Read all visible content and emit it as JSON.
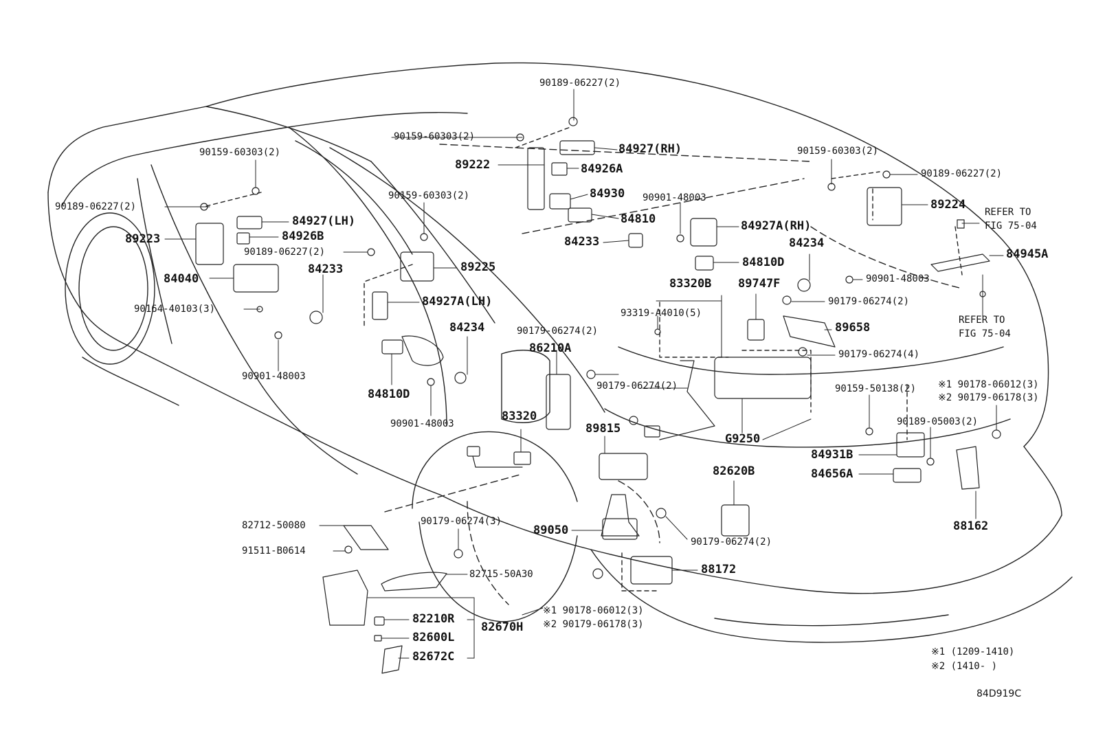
{
  "diagram": {
    "drawing_code": "84D919C",
    "notes": [
      "※1 (1209-1410)",
      "※2 (1410-       )"
    ],
    "part_labels": [
      "90189-06227(2)",
      "90159-60303(2)",
      "84927(RH)",
      "89222",
      "84926A",
      "84930",
      "90901-48003",
      "84810",
      "84233",
      "84927A(RH)",
      "90159-60303(2)",
      "90189-06227(2)",
      "89224",
      "REFER TO",
      "FIG 75-04",
      "84234",
      "84945A",
      "84810D",
      "90901-48003",
      "83320B",
      "89747F",
      "90179-06274(2)",
      "93319-A4010(5)",
      "REFER TO",
      "FIG 75-04",
      "89658",
      "90179-06274(2)",
      "90179-06274(4)",
      "86210A",
      "90159-60303(2)",
      "90159-60303(2)",
      "90189-06227(2)",
      "84927(LH)",
      "89223",
      "84926B",
      "90189-06227(2)",
      "84040",
      "84233",
      "89225",
      "90164-40103(3)",
      "84927A(LH)",
      "84234",
      "84810D",
      "90901-48003",
      "90179-06274(2)",
      "90901-48003",
      "83320",
      "89815",
      "G9250",
      "90159-50138(2)",
      "※1 90178-06012(3)",
      "※2 90179-06178(3)",
      "90189-05003(2)",
      "84931B",
      "84656A",
      "82620B",
      "88162",
      "82712-50080",
      "91511-B0614",
      "90179-06274(3)",
      "89050",
      "90179-06274(2)",
      "82715-50A30",
      "88172",
      "82210R",
      "82670H",
      "82600L",
      "82672C",
      "※1 90178-06012(3)",
      "※2 90179-06178(3)"
    ]
  }
}
